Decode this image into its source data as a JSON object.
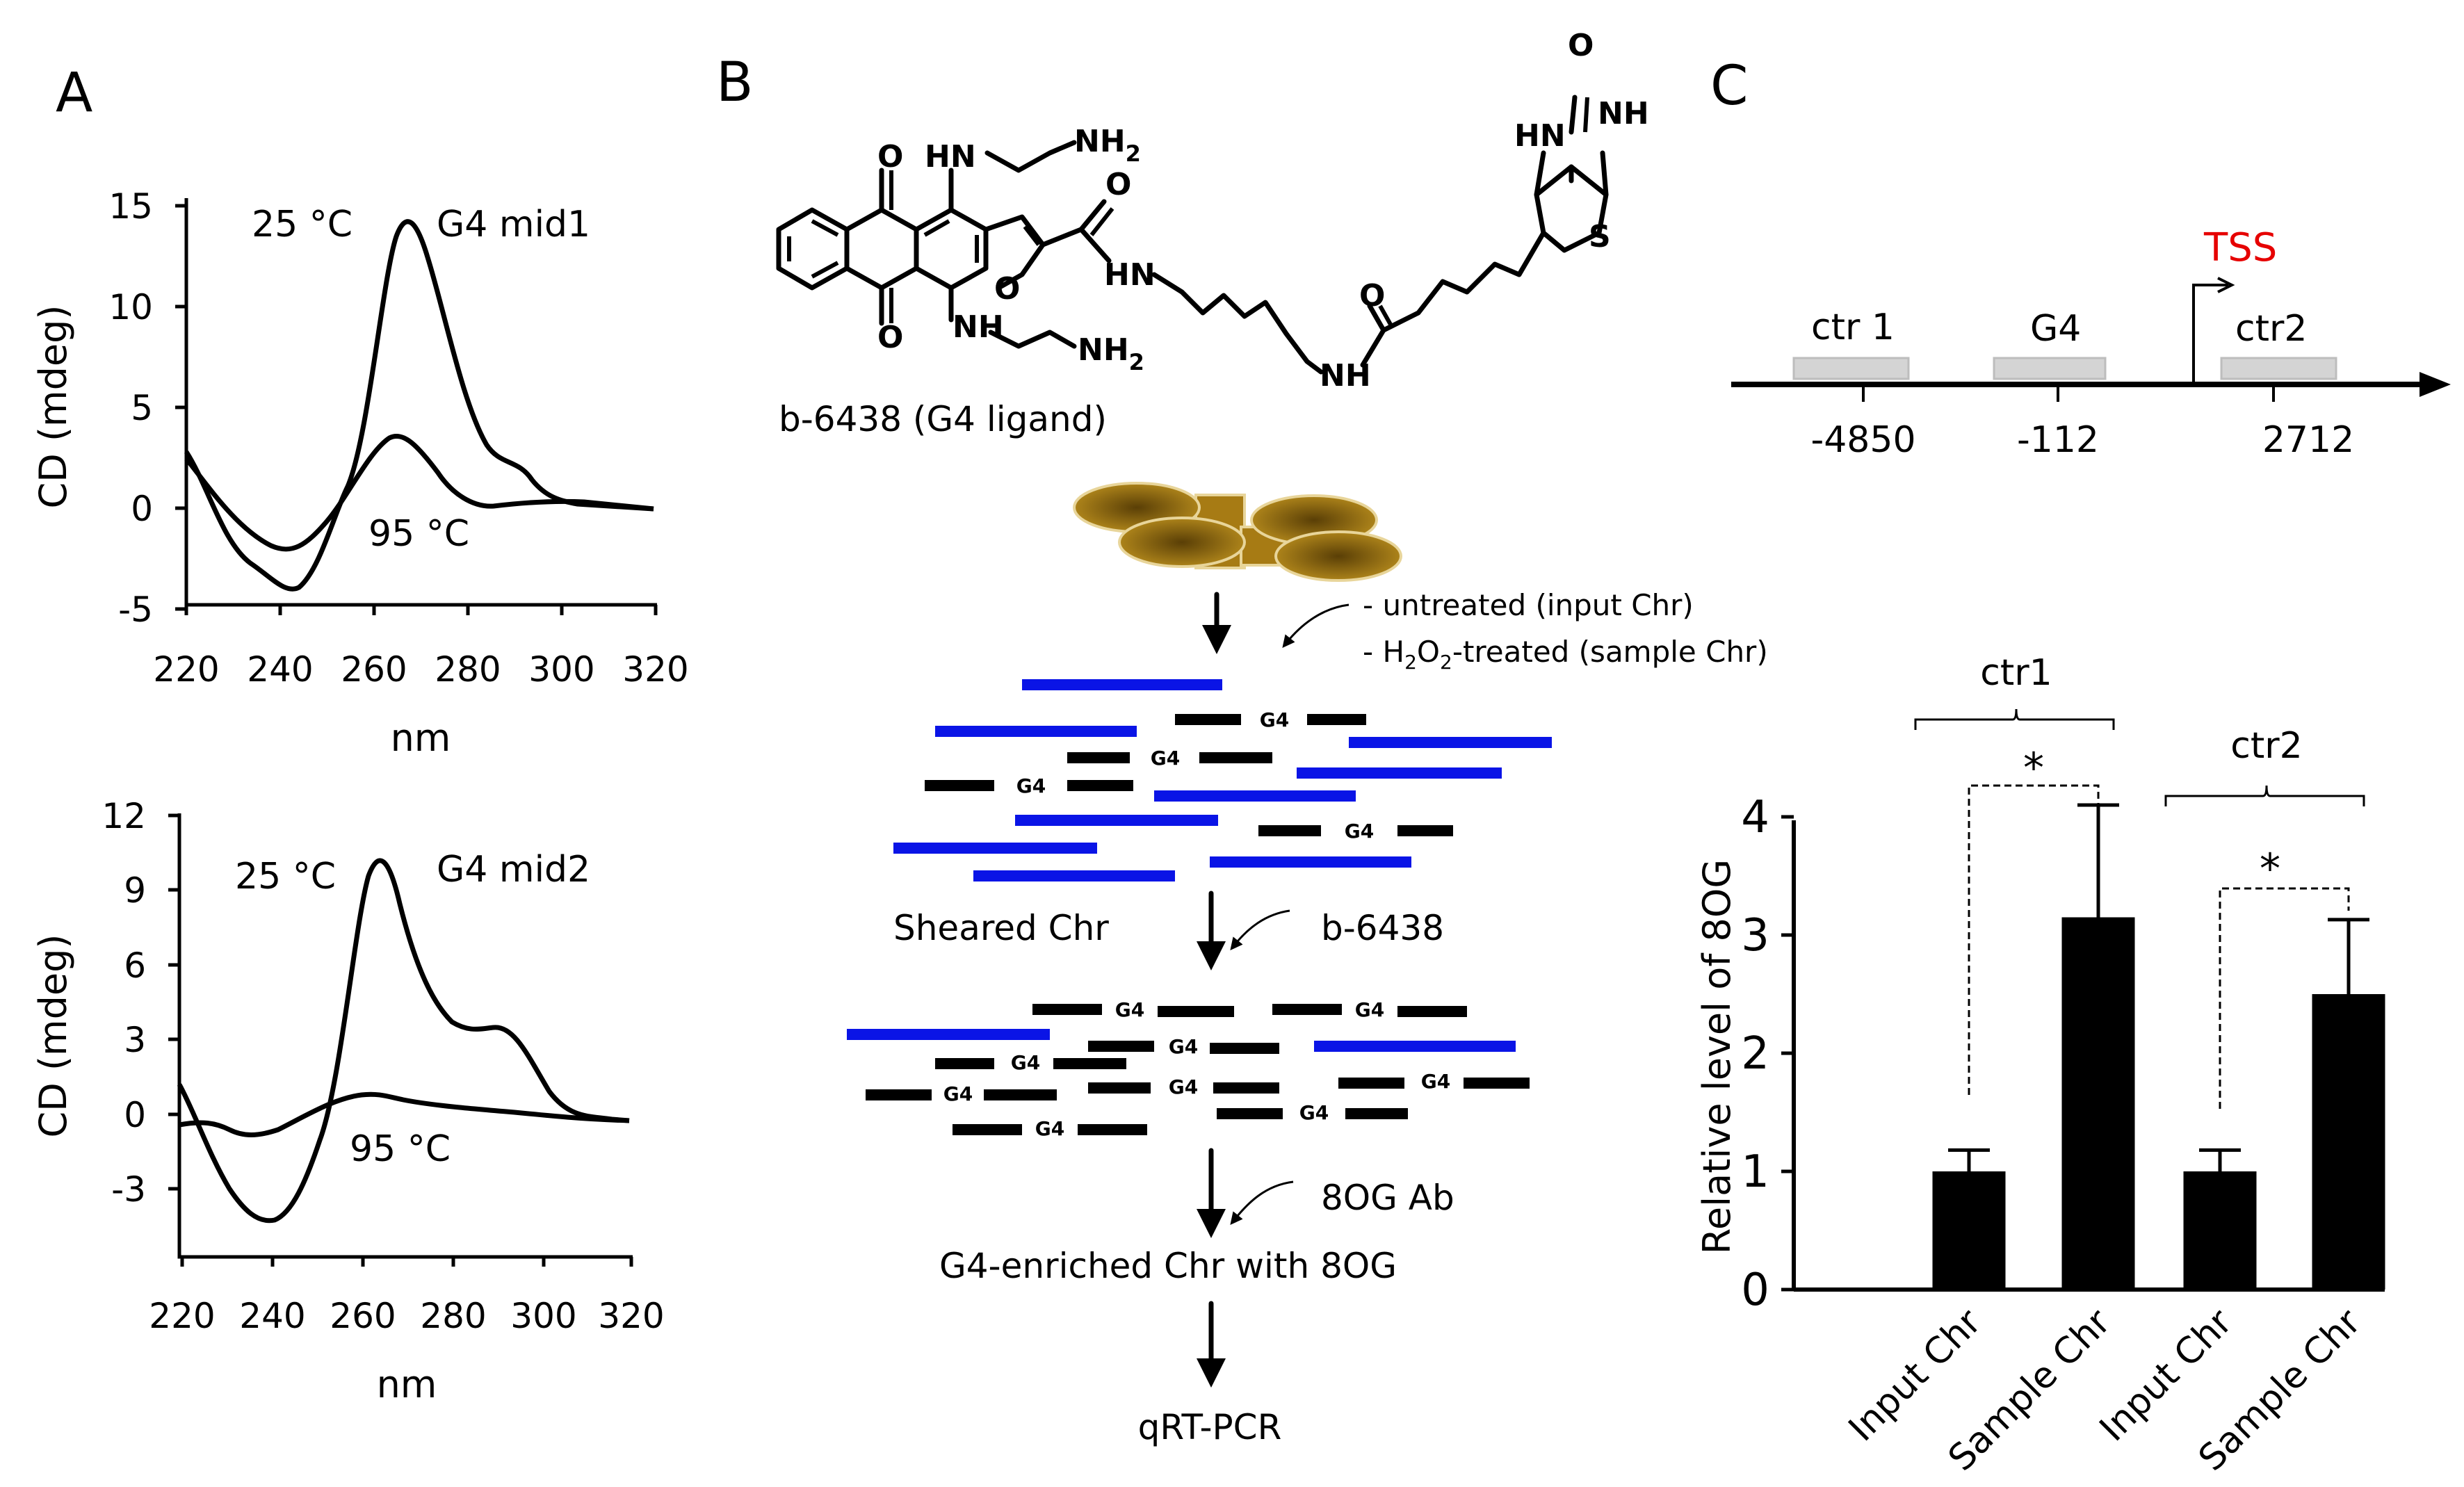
{
  "panels": {
    "a_label": "A",
    "b_label": "B",
    "c_label": "C"
  },
  "cd1": {
    "label_25": "25 °C",
    "label_95": "95 °C",
    "series_label": "G4 mid1",
    "ylabel": "CD (mdeg)",
    "xlabel": "nm",
    "xticks": [
      "220",
      "240",
      "260",
      "280",
      "300",
      "320"
    ],
    "yticks": [
      "15",
      "10",
      "5",
      "0",
      "-5"
    ]
  },
  "cd2": {
    "label_25": "25 °C",
    "label_95": "95 °C",
    "series_label": "G4 mid2",
    "ylabel": "CD (mdeg)",
    "xlabel": "nm",
    "xticks": [
      "220",
      "240",
      "260",
      "280",
      "300",
      "320"
    ],
    "yticks": [
      "12",
      "9",
      "6",
      "3",
      "0",
      "-3"
    ]
  },
  "chem": {
    "o_top": "O",
    "o_bottom": "O",
    "o_furan": "O",
    "o_amide1": "O",
    "o_amide2": "O",
    "o_biotin": "O",
    "hn_top": "HN",
    "nh2_top": "NH",
    "nh2_top_sub": "2",
    "nh_bottom": "NH",
    "nh2_bottom": "NH",
    "nh2_bottom_sub": "2",
    "hn_amide": "HN",
    "nh_amide": "NH",
    "biotin_hn": "HN",
    "biotin_nh": "NH",
    "biotin_s": "S",
    "name": "b-6438 (G4 ligand)"
  },
  "flow": {
    "untreated": "- untreated (input Chr)",
    "treated_pre": "- H",
    "treated_sub1": "2",
    "treated_mid": "O",
    "treated_sub2": "2",
    "treated_post": "-treated (sample Chr)",
    "g4_tag": "G4",
    "sheared": "Sheared  Chr",
    "ligand": "b-6438",
    "antibody": "8OG Ab",
    "enriched": "G4-enriched Chr with 8OG",
    "final": "qRT-PCR"
  },
  "gene_map": {
    "tss": "TSS",
    "ctr1": "ctr 1",
    "g4": "G4",
    "ctr2": "ctr2",
    "pos1": "-4850",
    "pos2": "-112",
    "pos3": "2712"
  },
  "colors": {
    "dna_blue": "#0a14e6",
    "dna_black": "#000000",
    "tss_red": "#e60000",
    "region_gray": "#d4d4d4",
    "nucleosome": "#a77b14"
  },
  "chart_data": {
    "type": "bar",
    "ylabel": "Relative level of 8OG",
    "ylim": [
      0,
      4
    ],
    "yticks": [
      "4",
      "3",
      "2",
      "1",
      "0"
    ],
    "categories": [
      "Input Chr",
      "Sample Chr",
      "Input Chr",
      "Sample Chr"
    ],
    "values": [
      1.0,
      3.15,
      1.0,
      2.5
    ],
    "errors": [
      0.18,
      0.95,
      0.18,
      0.63
    ],
    "groups": [
      {
        "name": "ctr1",
        "significance": "*"
      },
      {
        "name": "ctr2",
        "significance": "*"
      }
    ]
  }
}
